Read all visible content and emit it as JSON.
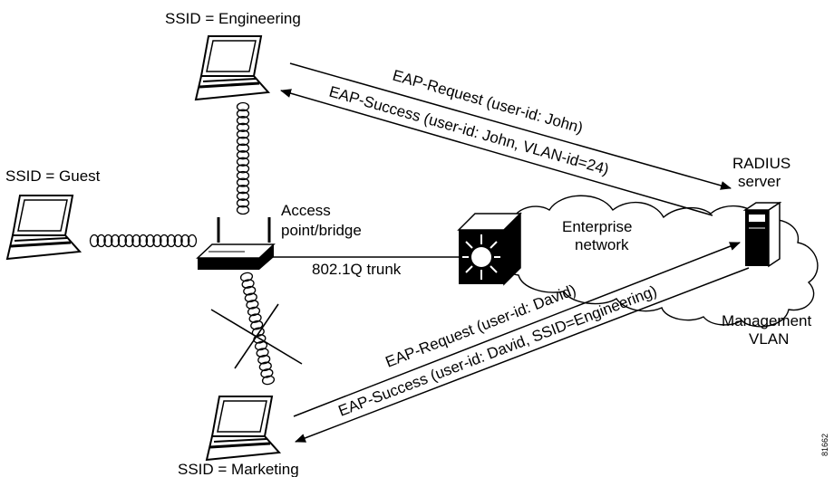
{
  "labels": {
    "ssid_engineering": "SSID = Engineering",
    "ssid_guest": "SSID = Guest",
    "ssid_marketing": "SSID = Marketing",
    "access_point_line1": "Access",
    "access_point_line2": "point/bridge",
    "trunk": "802.1Q trunk",
    "cloud_line1": "Enterprise",
    "cloud_line2": "network",
    "radius_line1": "RADIUS",
    "radius_line2": "server",
    "mgmt_line1": "Management",
    "mgmt_line2": "VLAN",
    "figure_id": "81662"
  },
  "messages": {
    "eng_request": "EAP-Request (user-id: John)",
    "eng_success": "EAP-Success (user-id: John, VLAN-id=24)",
    "mkt_request": "EAP-Request (user-id: David)",
    "mkt_success": "EAP-Success (user-id: David, SSID=Engineering)"
  },
  "marks": {
    "blocked_link": "X"
  }
}
